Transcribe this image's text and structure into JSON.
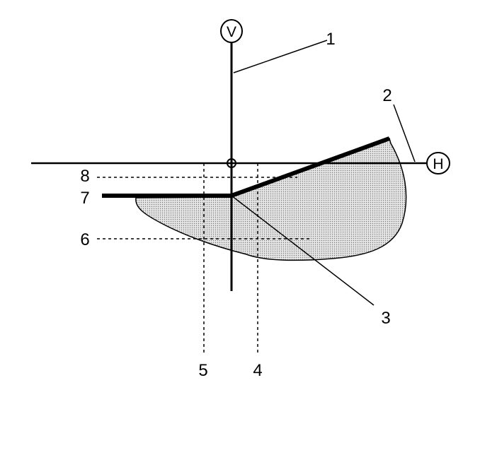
{
  "axes": {
    "vertical_label": "V",
    "horizontal_label": "H"
  },
  "callouts": [
    {
      "id": "1",
      "text": "1"
    },
    {
      "id": "2",
      "text": "2"
    },
    {
      "id": "3",
      "text": "3"
    },
    {
      "id": "4",
      "text": "4"
    },
    {
      "id": "5",
      "text": "5"
    },
    {
      "id": "6",
      "text": "6"
    },
    {
      "id": "7",
      "text": "7"
    },
    {
      "id": "8",
      "text": "8"
    }
  ],
  "colors": {
    "ink": "#000000",
    "pattern_fill": "#d4d4d4",
    "background": "#ffffff"
  }
}
